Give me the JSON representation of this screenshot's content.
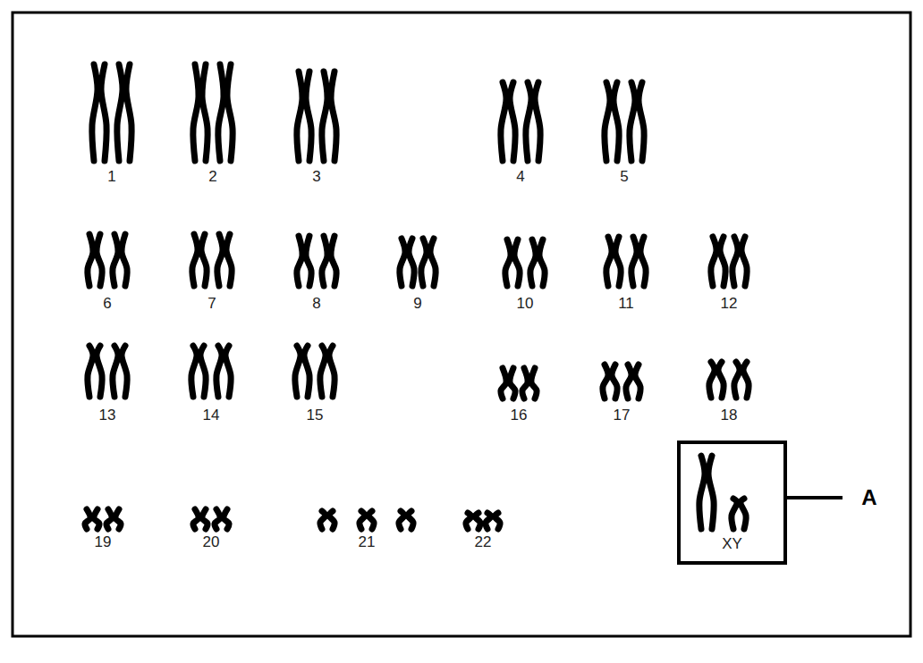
{
  "diagram": {
    "nodes": [
      {
        "text": [
          "XY"
        ]
      }
    ],
    "labels": [
      "1",
      "2",
      "3",
      "4",
      "5",
      "6",
      "7",
      "8",
      "9",
      "10",
      "11",
      "12",
      "13",
      "14",
      "15",
      "16",
      "17",
      "18",
      "19",
      "20",
      "21",
      "22",
      "A"
    ]
  }
}
